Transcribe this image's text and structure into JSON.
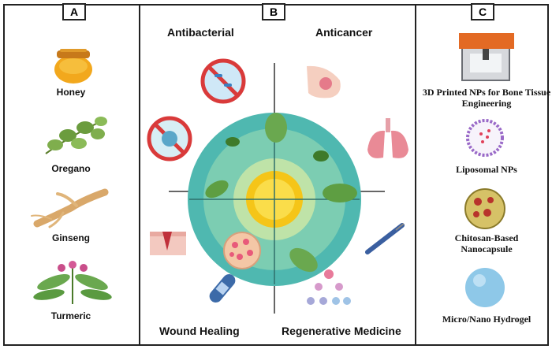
{
  "sections": {
    "a": {
      "tag": "A",
      "items": [
        "Honey",
        "Oregano",
        "Ginseng",
        "Turmeric"
      ]
    },
    "b": {
      "tag": "B",
      "quadrants": [
        "Antibacterial",
        "Anticancer",
        "Wound Healing",
        "Regenerative Medicine"
      ]
    },
    "c": {
      "tag": "C",
      "items": [
        "3D Printed NPs for Bone Tissue Engineering",
        "Liposomal NPs",
        "Chitosan-Based Nanocapsule",
        "Micro/Nano Hydrogel"
      ]
    }
  },
  "colors": {
    "border": "#222222",
    "prohibit": "#d93a3a",
    "teal": "#4fb8b0",
    "leaf": "#6aa84f",
    "core": "#f5c518"
  },
  "icons": [
    "honey-jar-icon",
    "oregano-icon",
    "ginseng-root-icon",
    "turmeric-plant-icon",
    "no-bacteria-icon",
    "no-virus-icon",
    "breast-icon",
    "lungs-icon",
    "syringe-icon",
    "cells-icon",
    "skin-wound-icon",
    "bandage-icon",
    "tissue-cells-icon",
    "herbal-circle-icon",
    "3d-printer-icon",
    "liposome-icon",
    "nanocapsule-icon",
    "hydrogel-icon"
  ]
}
